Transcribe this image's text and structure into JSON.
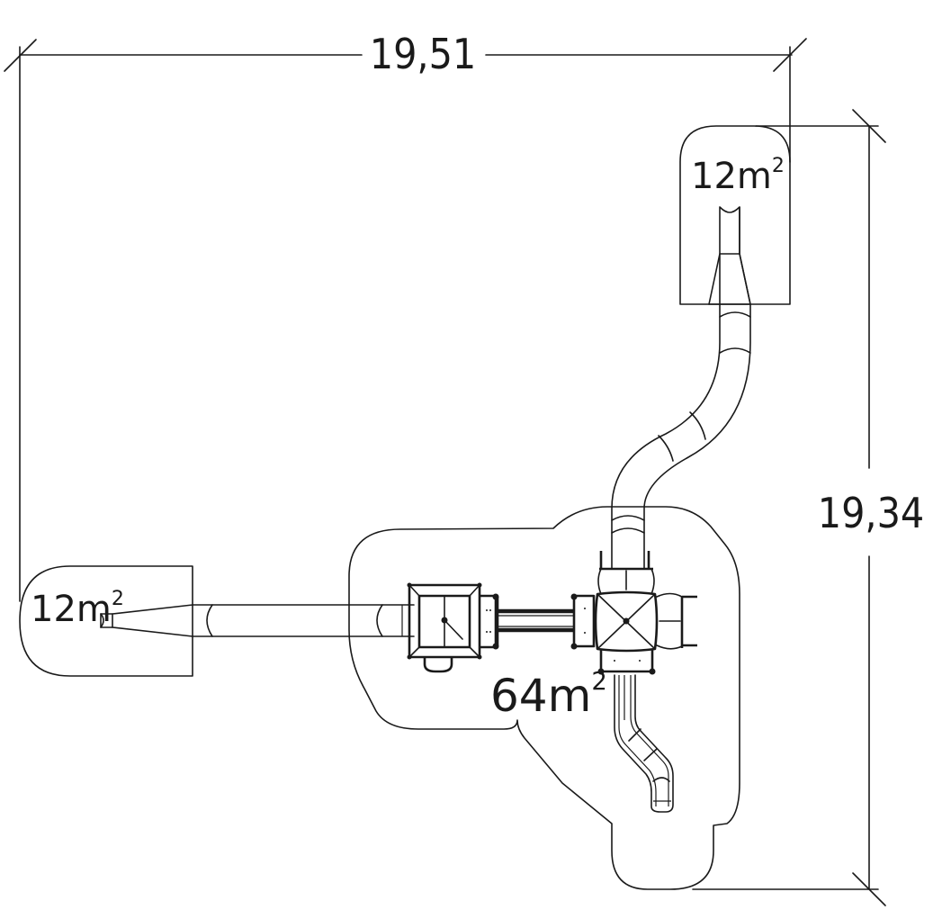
{
  "drawing": {
    "title": "Playground equipment site plan with safety zones",
    "dimensions": {
      "width": {
        "value": "19,51",
        "axis": "horizontal"
      },
      "depth": {
        "value": "19,34",
        "axis": "vertical"
      }
    },
    "safety_zones": [
      {
        "id": "slide-top-zone",
        "area": "12m",
        "unit_exponent": "2",
        "location": "top-right slide exit"
      },
      {
        "id": "slide-left-zone",
        "area": "12m",
        "unit_exponent": "2",
        "location": "left slide exit"
      },
      {
        "id": "main-zone",
        "area": "64m",
        "unit_exponent": "2",
        "location": "central play structure"
      }
    ],
    "components": [
      "square-tower-with-roof",
      "rope-bridge",
      "central-tower-with-pyramid-roof",
      "long-straight-slide",
      "curved-tube-slide",
      "short-spiral-slide",
      "climbing-ladder"
    ],
    "line_color": "#1a1a1a",
    "background_color": "#ffffff"
  }
}
